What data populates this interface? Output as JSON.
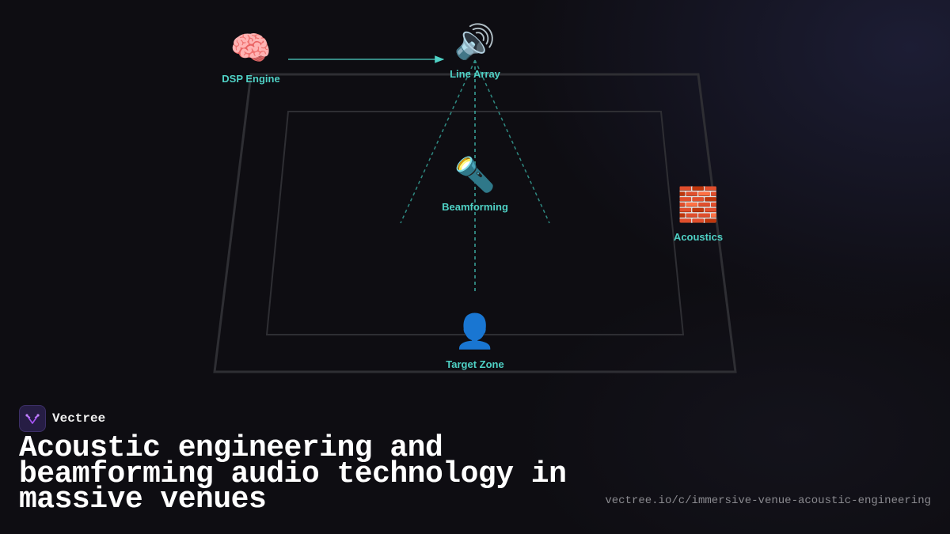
{
  "colors": {
    "accent": "#4fd1c5",
    "background": "#0e0d12",
    "frame": "#2e2e33",
    "brand_purple": "#a855f7"
  },
  "diagram": {
    "nodes": [
      {
        "id": "dsp-engine",
        "icon": "brain-icon",
        "emoji": "🧠",
        "label": "DSP Engine"
      },
      {
        "id": "line-array",
        "icon": "speaker-icon",
        "emoji": "🔊",
        "label": "Line Array"
      },
      {
        "id": "beamforming",
        "icon": "flashlight-icon",
        "emoji": "🔦",
        "label": "Beamforming"
      },
      {
        "id": "acoustics",
        "icon": "brick-wall-icon",
        "emoji": "🧱",
        "label": "Acoustics"
      },
      {
        "id": "target-zone",
        "icon": "person-icon",
        "emoji": "👤",
        "label": "Target Zone"
      }
    ],
    "edges": [
      {
        "from": "dsp-engine",
        "to": "line-array",
        "style": "solid-arrow"
      },
      {
        "from": "line-array",
        "to": "target-zone",
        "style": "dashed"
      }
    ]
  },
  "brand": {
    "name": "Vectree",
    "logo_icon": "vectree-logo-icon"
  },
  "headline": "Acoustic engineering and beamforming audio technology in massive venues",
  "url": "vectree.io/c/immersive-venue-acoustic-engineering"
}
